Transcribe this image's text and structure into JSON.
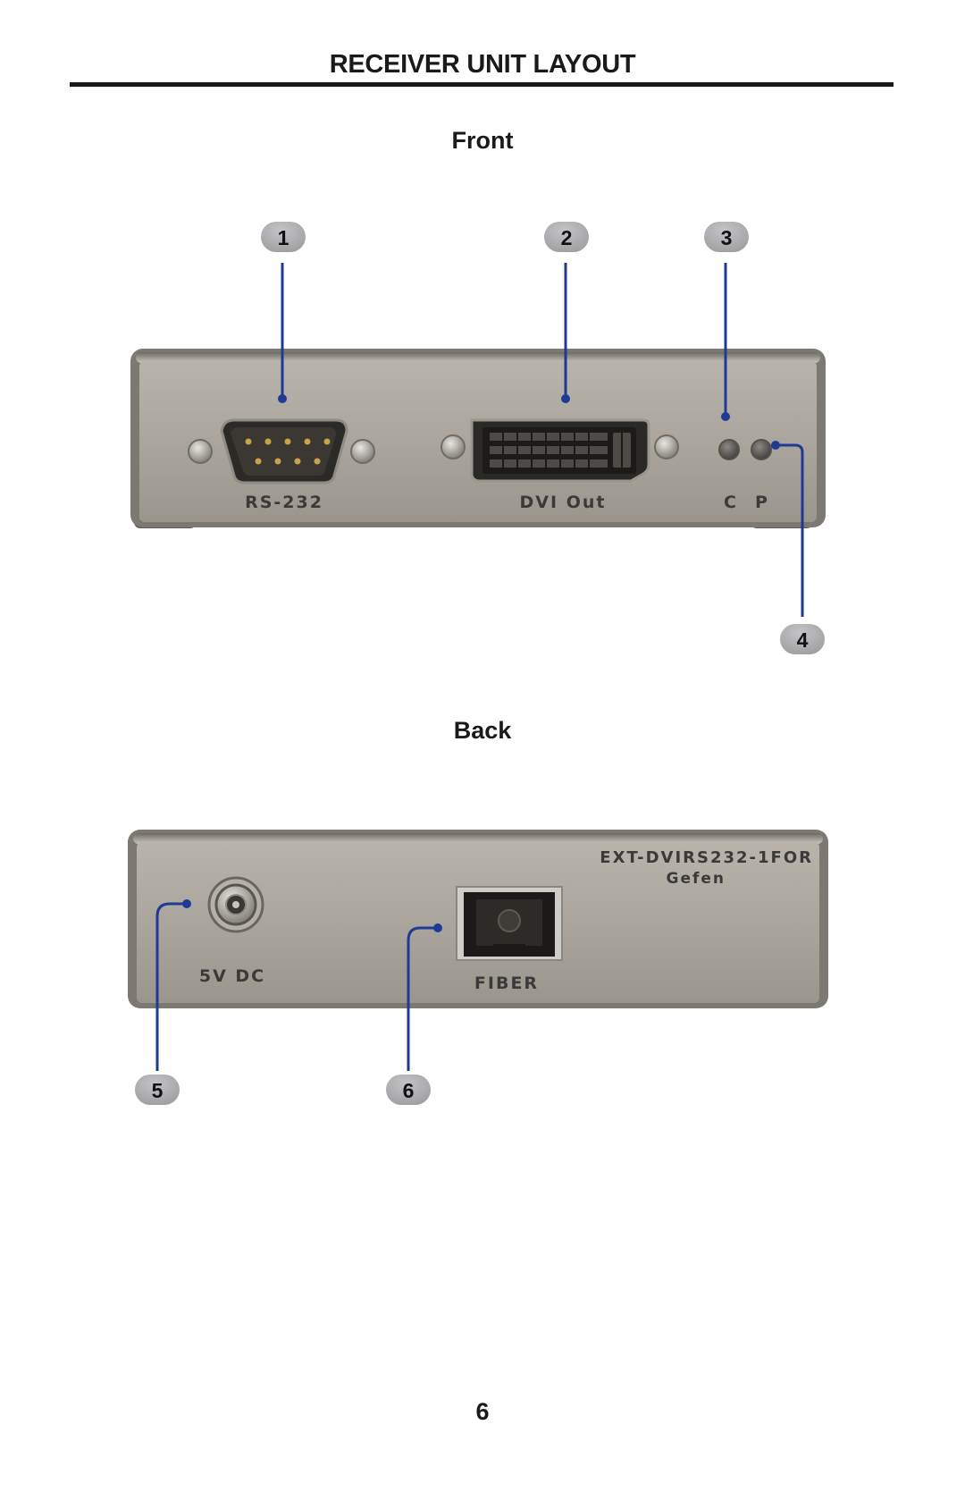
{
  "page": {
    "title": "RECEIVER UNIT LAYOUT",
    "front_label": "Front",
    "back_label": "Back",
    "page_number": "6"
  },
  "front_panel": {
    "rs232_label": "RS-232",
    "dvi_label": "DVI Out",
    "led_c_label": "C",
    "led_p_label": "P"
  },
  "back_panel": {
    "model_label": "EXT-DVIRS232-1FOR",
    "brand_label": "Gefen",
    "power_label": "5V DC",
    "fiber_label": "FIBER"
  },
  "callouts": [
    "1",
    "2",
    "3",
    "4",
    "5",
    "6"
  ],
  "colors": {
    "callout_line": "#1f3a93",
    "callout_badge": "#a9a9ab",
    "panel_face": "#a9a59d"
  }
}
